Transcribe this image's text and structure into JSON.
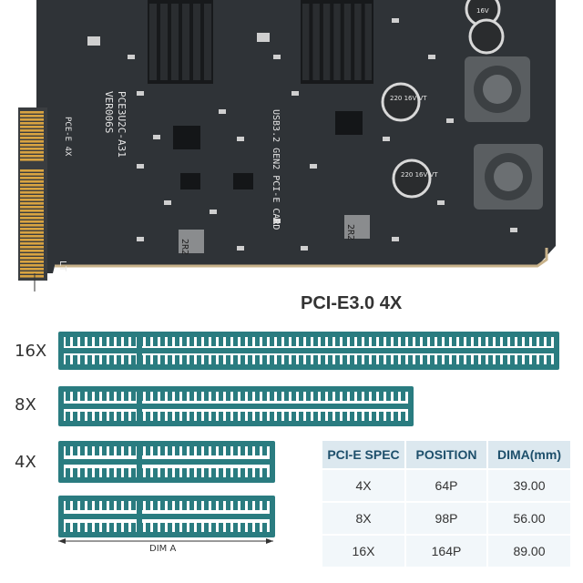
{
  "board": {
    "edge_label": "PCE-E 4X",
    "model_label": "PCE3U2C-A31",
    "version_label": "VER006S",
    "product_label": "USB3.2 GEN2 PCI-E CARD",
    "inductor_label": "2R2",
    "corner_label": "LT",
    "capacitor_top": "16V",
    "capacitor_mid": "220 16V VT",
    "capacitor_low": "220 16V VT",
    "colors": {
      "pcb": "#2e3236",
      "gold": "#d9a441",
      "heatsink": "#1b1d1f"
    }
  },
  "heading": "PCI-E3.0  4X",
  "lanes": [
    {
      "label": "16X"
    },
    {
      "label": "8X"
    },
    {
      "label": "4X"
    }
  ],
  "dim_label": "DIM A",
  "lane_color": "#2a7c80",
  "table": {
    "headers": [
      "PCI-E SPEC",
      "POSITION",
      "DIMA(mm)"
    ],
    "rows": [
      [
        "4X",
        "64P",
        "39.00"
      ],
      [
        "8X",
        "98P",
        "56.00"
      ],
      [
        "16X",
        "164P",
        "89.00"
      ]
    ]
  }
}
